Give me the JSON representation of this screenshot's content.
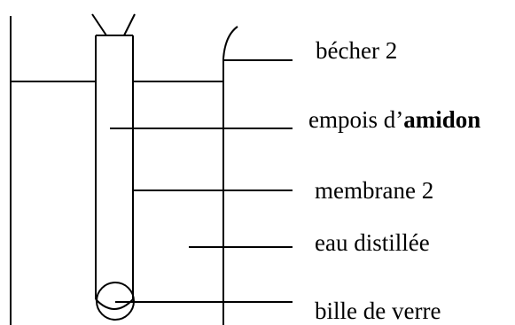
{
  "labels": {
    "becher": "bécher 2",
    "empois_prefix": "empois d’",
    "empois_bold": "amidon",
    "membrane": "membrane 2",
    "eau": "eau distillée",
    "bille": "bille de verre"
  },
  "colors": {
    "stroke": "#000000",
    "background": "#ffffff"
  }
}
